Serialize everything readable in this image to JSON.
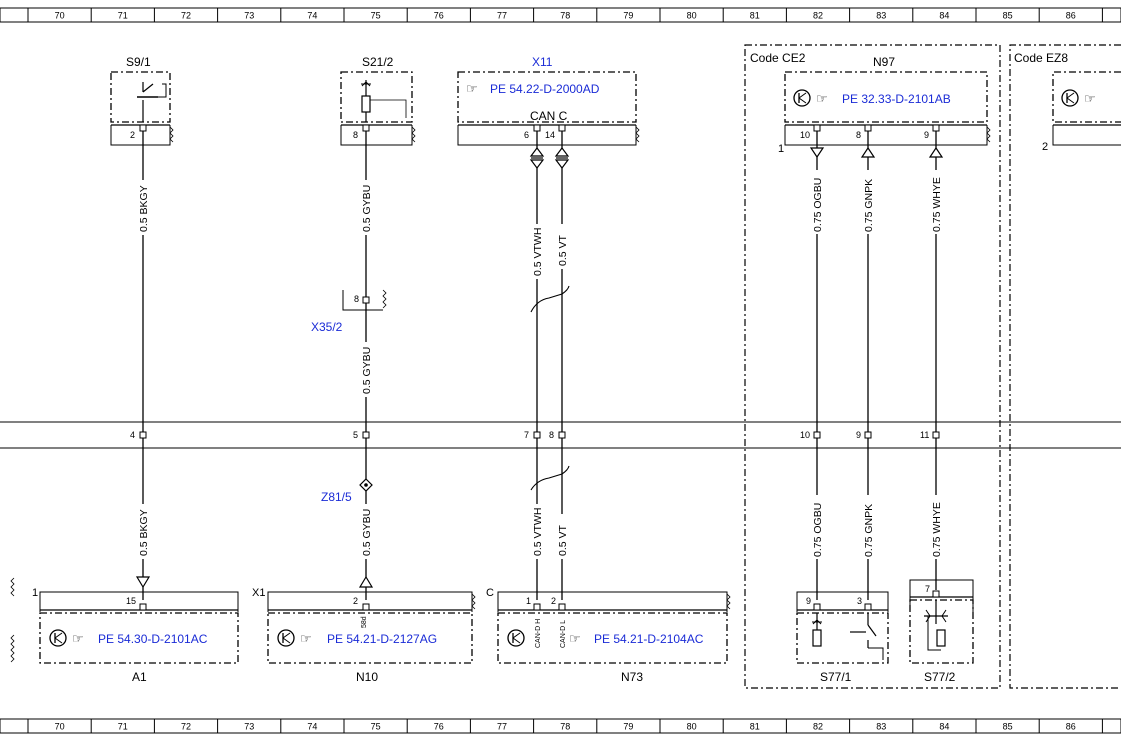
{
  "ruler": {
    "columns": [
      "70",
      "71",
      "72",
      "73",
      "74",
      "75",
      "76",
      "77",
      "78",
      "79",
      "80",
      "81",
      "82",
      "83",
      "84",
      "85",
      "86"
    ]
  },
  "components": {
    "s9_1": {
      "name": "S9/1",
      "pin": "2"
    },
    "s21_2": {
      "name": "S21/2",
      "pin": "8"
    },
    "x11": {
      "name": "X11",
      "ref": "PE 54.22-D-2000AD",
      "bus": "CAN C",
      "pin_a": "6",
      "pin_b": "14"
    },
    "n97": {
      "name": "N97",
      "ref": "PE 32.33-D-2101AB",
      "pins": [
        "10",
        "8",
        "9"
      ],
      "side_mark": "1"
    },
    "ez8_box": {
      "side_mark": "2"
    },
    "x35_2": {
      "name": "X35/2",
      "pin": "8"
    },
    "z81_5": {
      "name": "Z81/5"
    },
    "a1": {
      "name": "A1",
      "ref": "PE 54.30-D-2101AC",
      "pin": "15",
      "side_mark": "1"
    },
    "n10": {
      "name": "N10",
      "ref": "PE 54.21-D-2127AG",
      "pin": "2",
      "pin_sub": "58d",
      "side_mark": "X1"
    },
    "n73": {
      "name": "N73",
      "ref": "PE 54.21-D-2104AC",
      "pin_a": "1",
      "pin_b": "2",
      "pin_a_label": "CAN-D H",
      "pin_b_label": "CAN-D L",
      "side_mark": "C"
    },
    "s77_1": {
      "name": "S77/1",
      "pin_a": "9",
      "pin_b": "3"
    },
    "s77_2": {
      "name": "S77/2",
      "pin": "7"
    }
  },
  "codes": {
    "ce2": "Code CE2",
    "ez8": "Code EZ8"
  },
  "wires": {
    "w1_top": "0.5 BKGY",
    "w1_bot": "0.5 BKGY",
    "w2_top": "0.5 GYBU",
    "w2_mid": "0.5 GYBU",
    "w2_bot": "0.5 GYBU",
    "w3_top": "0.5 VTWH",
    "w3_bot": "0.5 VTWH",
    "w4_top": "0.5 VT",
    "w4_bot": "0.5 VT",
    "w5_top": "0.75 OGBU",
    "w5_bot": "0.75 OGBU",
    "w6_top": "0.75 GNPK",
    "w6_bot": "0.75 GNPK",
    "w7_top": "0.75 WHYE",
    "w7_bot": "0.75 WHYE"
  },
  "connector_pins": [
    "4",
    "5",
    "7",
    "8",
    "10",
    "9",
    "11"
  ]
}
